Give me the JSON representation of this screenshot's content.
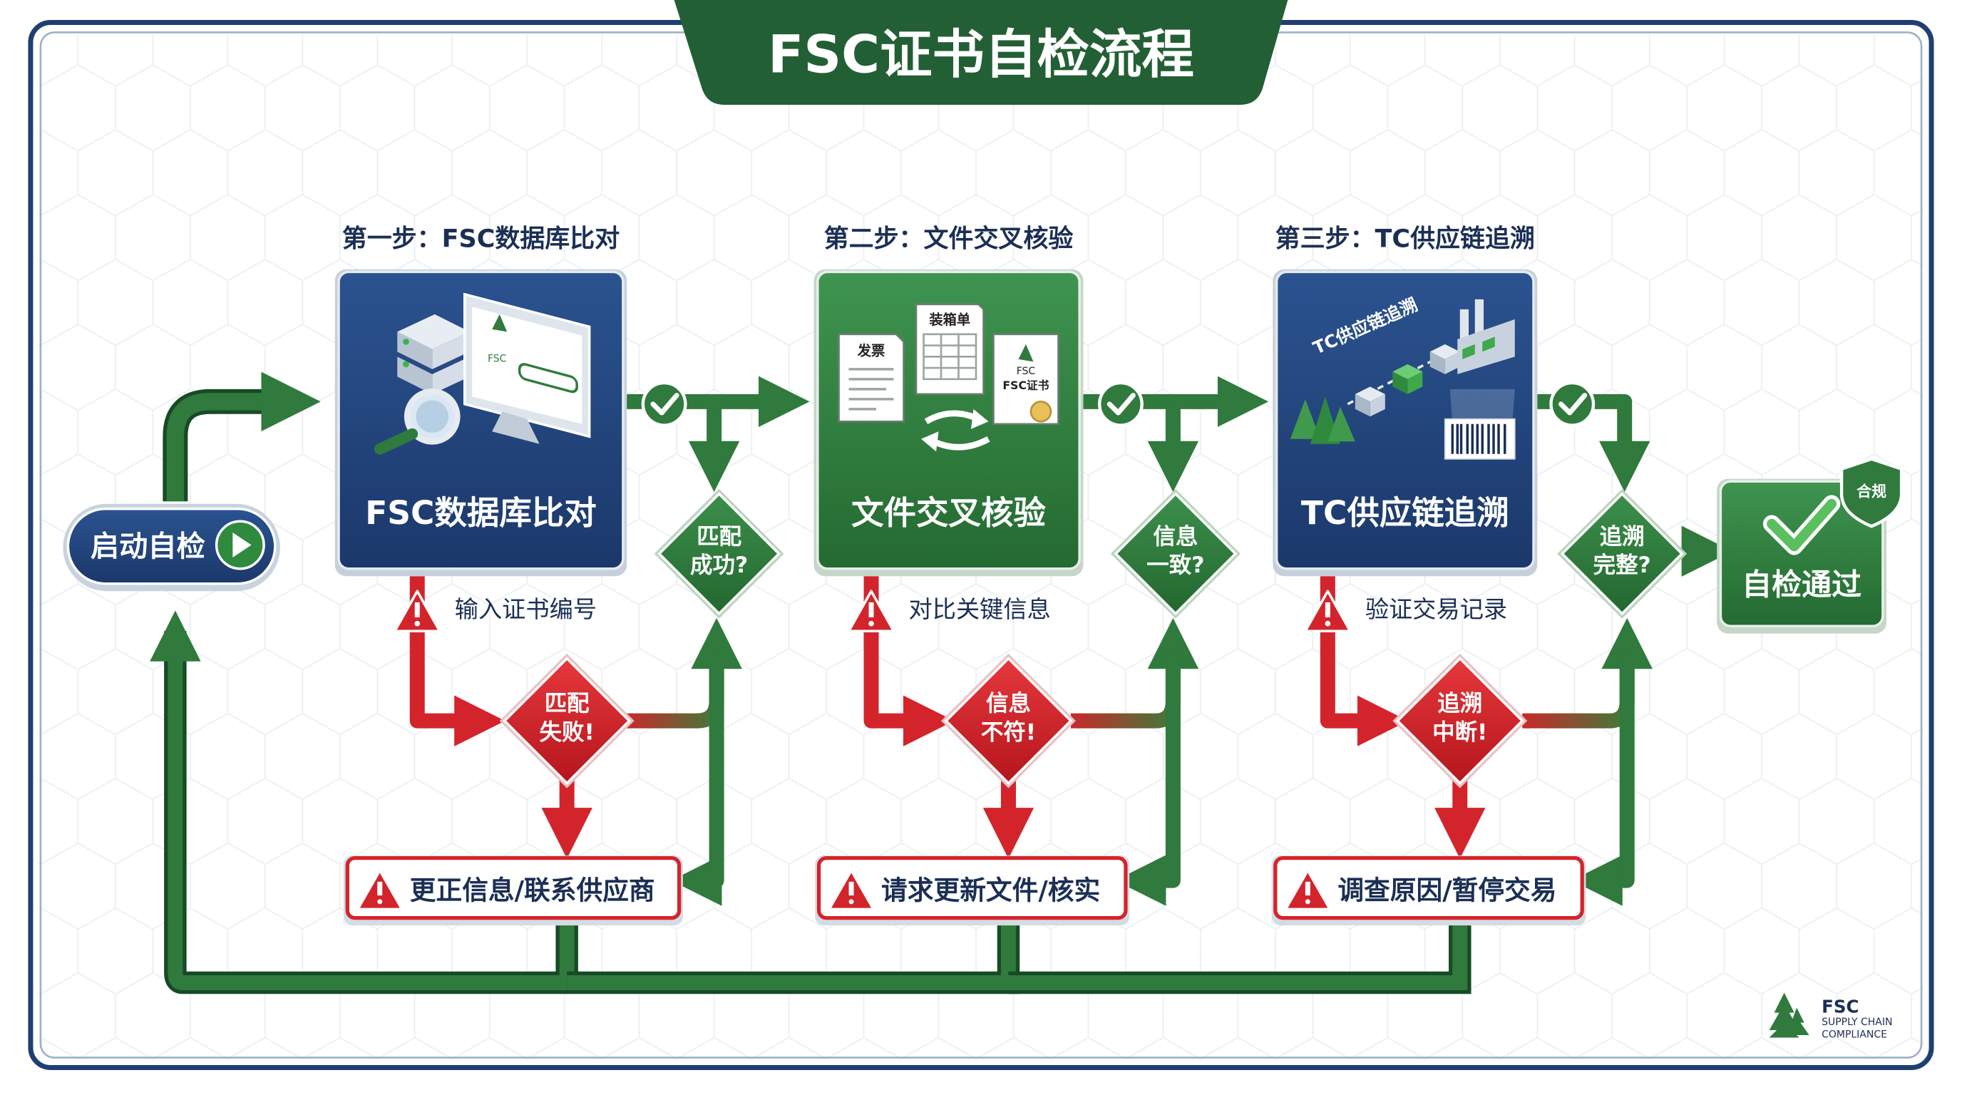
{
  "title": "FSC证书自检流程",
  "start": {
    "label": "启动自检"
  },
  "steps": [
    {
      "heading": "第一步：FSC数据库比对",
      "card_label": "FSC数据库比对",
      "hint": "输入证书编号",
      "decision": [
        "匹配",
        "成功?"
      ],
      "fail": [
        "匹配",
        "失败!"
      ],
      "action": "更正信息/联系供应商",
      "art": {
        "screen_logo_caption": "FSC"
      }
    },
    {
      "heading": "第二步：文件交叉核验",
      "card_label": "文件交叉核验",
      "hint": "对比关键信息",
      "decision": [
        "信息",
        "一致?"
      ],
      "fail": [
        "信息",
        "不符!"
      ],
      "action": "请求更新文件/核实",
      "art": {
        "doc_invoice": "发票",
        "doc_packing": "装箱单",
        "doc_cert_caption": "FSC",
        "doc_cert_name": "FSC证书"
      }
    },
    {
      "heading": "第三步：TC供应链追溯",
      "card_label": "TC供应链追溯",
      "hint": "验证交易记录",
      "decision": [
        "追溯",
        "完整?"
      ],
      "fail": [
        "追溯",
        "中断!"
      ],
      "action": "调查原因/暂停交易",
      "art": {
        "chain_label": "TC供应链追溯"
      }
    }
  ],
  "final": {
    "label": "自检通过",
    "badge": "合规"
  },
  "footer_logo": {
    "name": "FSC",
    "line1": "SUPPLY CHAIN",
    "line2": "COMPLIANCE"
  },
  "colors": {
    "navy": "#1f3f73",
    "navy_dark": "#15305c",
    "green": "#2f7a3c",
    "green_dark": "#1f5d2b",
    "red": "#d3242b",
    "red_dark": "#a1141a",
    "frame": "#1f3f73",
    "header_green": "#235f34"
  }
}
